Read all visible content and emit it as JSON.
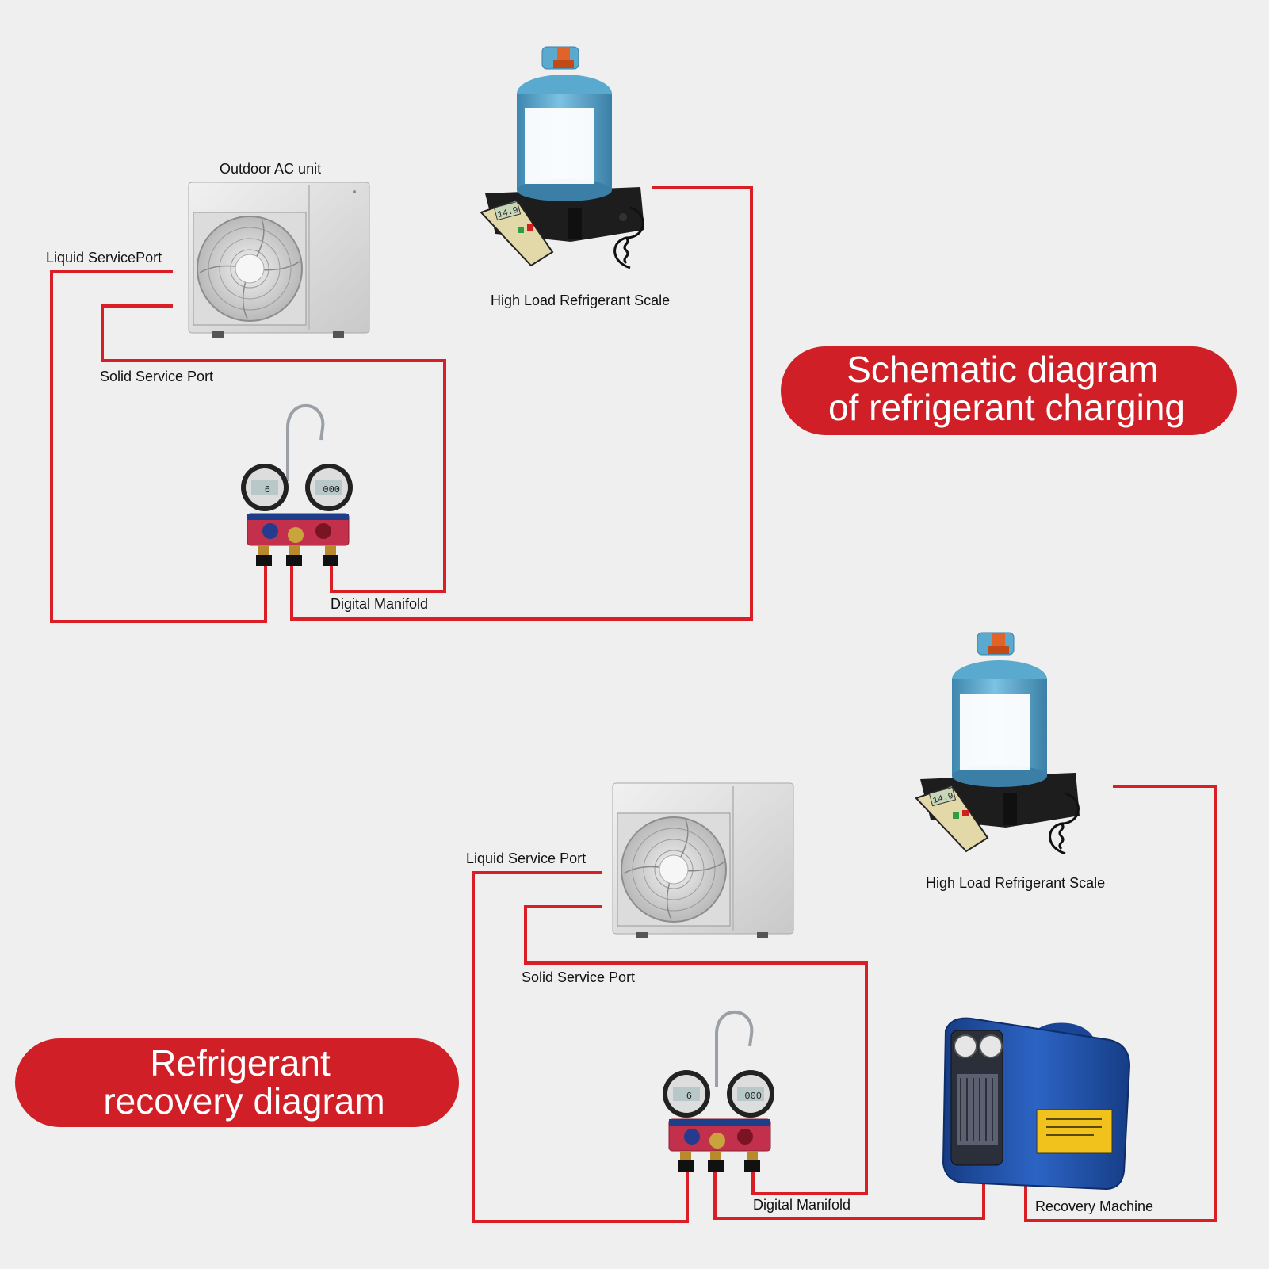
{
  "charging": {
    "title_line1": "Schematic diagram",
    "title_line2": "of refrigerant charging",
    "outdoor_unit_label": "Outdoor AC unit",
    "liquid_port_label": "Liquid ServicePort",
    "solid_port_label": "Solid Service Port",
    "scale_label": "High Load Refrigerant Scale",
    "manifold_label": "Digital Manifold",
    "scale_display": "14.9",
    "gauge_left_display": "6",
    "gauge_right_display": "000"
  },
  "recovery": {
    "title_line1": "Refrigerant",
    "title_line2": "recovery diagram",
    "liquid_port_label": "Liquid Service Port",
    "solid_port_label": "Solid Service Port",
    "scale_label": "High Load Refrigerant Scale",
    "manifold_label": "Digital Manifold",
    "recovery_machine_label": "Recovery Machine",
    "scale_display": "14.9",
    "gauge_left_display": "6",
    "gauge_right_display": "000"
  },
  "colors": {
    "accent_red": "#d01f26",
    "wire_red": "#d91e26",
    "tank_blue": "#5aa9cf",
    "manifold_red": "#c2304b",
    "recovery_blue": "#1f4fa8",
    "background": "#efefef"
  }
}
